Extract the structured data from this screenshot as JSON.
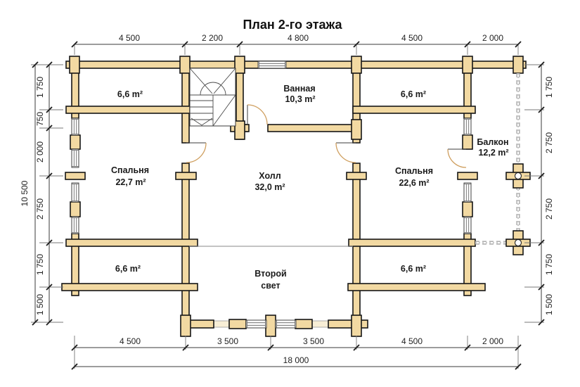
{
  "title": "План 2-го этажа",
  "dims": {
    "top": [
      "4 500",
      "2 200",
      "4 800",
      "4 500",
      "2 000"
    ],
    "bottom": [
      "4 500",
      "3 500",
      "3 500",
      "4 500",
      "2 000"
    ],
    "bottom_total": "18 000",
    "left": [
      "1 750",
      "750",
      "2 000",
      "2 750",
      "1 750",
      "1 500"
    ],
    "left_total": "10 500",
    "right": [
      "1 750",
      "2 750",
      "2 750",
      "1 750",
      "1 500"
    ]
  },
  "rooms": {
    "top_left": {
      "area": "6,6 m²"
    },
    "bathroom": {
      "name": "Ванная",
      "area": "10,3 m²"
    },
    "top_right": {
      "area": "6,6 m²"
    },
    "balcony": {
      "name": "Балкон",
      "area": "12,2 m²"
    },
    "bedroom_left": {
      "name": "Спальня",
      "area": "22,7 m²"
    },
    "hall": {
      "name": "Холл",
      "area": "32,0 m²"
    },
    "bedroom_right": {
      "name": "Спальня",
      "area": "22,6 m²"
    },
    "bottom_left": {
      "area": "6,6 m²"
    },
    "second_light": {
      "line1": "Второй",
      "line2": "свет"
    },
    "bottom_right": {
      "area": "6,6 m²"
    }
  },
  "colors": {
    "wall_fill": "#f2d9a2",
    "wall_stroke": "#161616",
    "sill_fill": "#f8eed6",
    "door_arc": "#cf9f5f",
    "dim_color": "#1f1f1f"
  }
}
